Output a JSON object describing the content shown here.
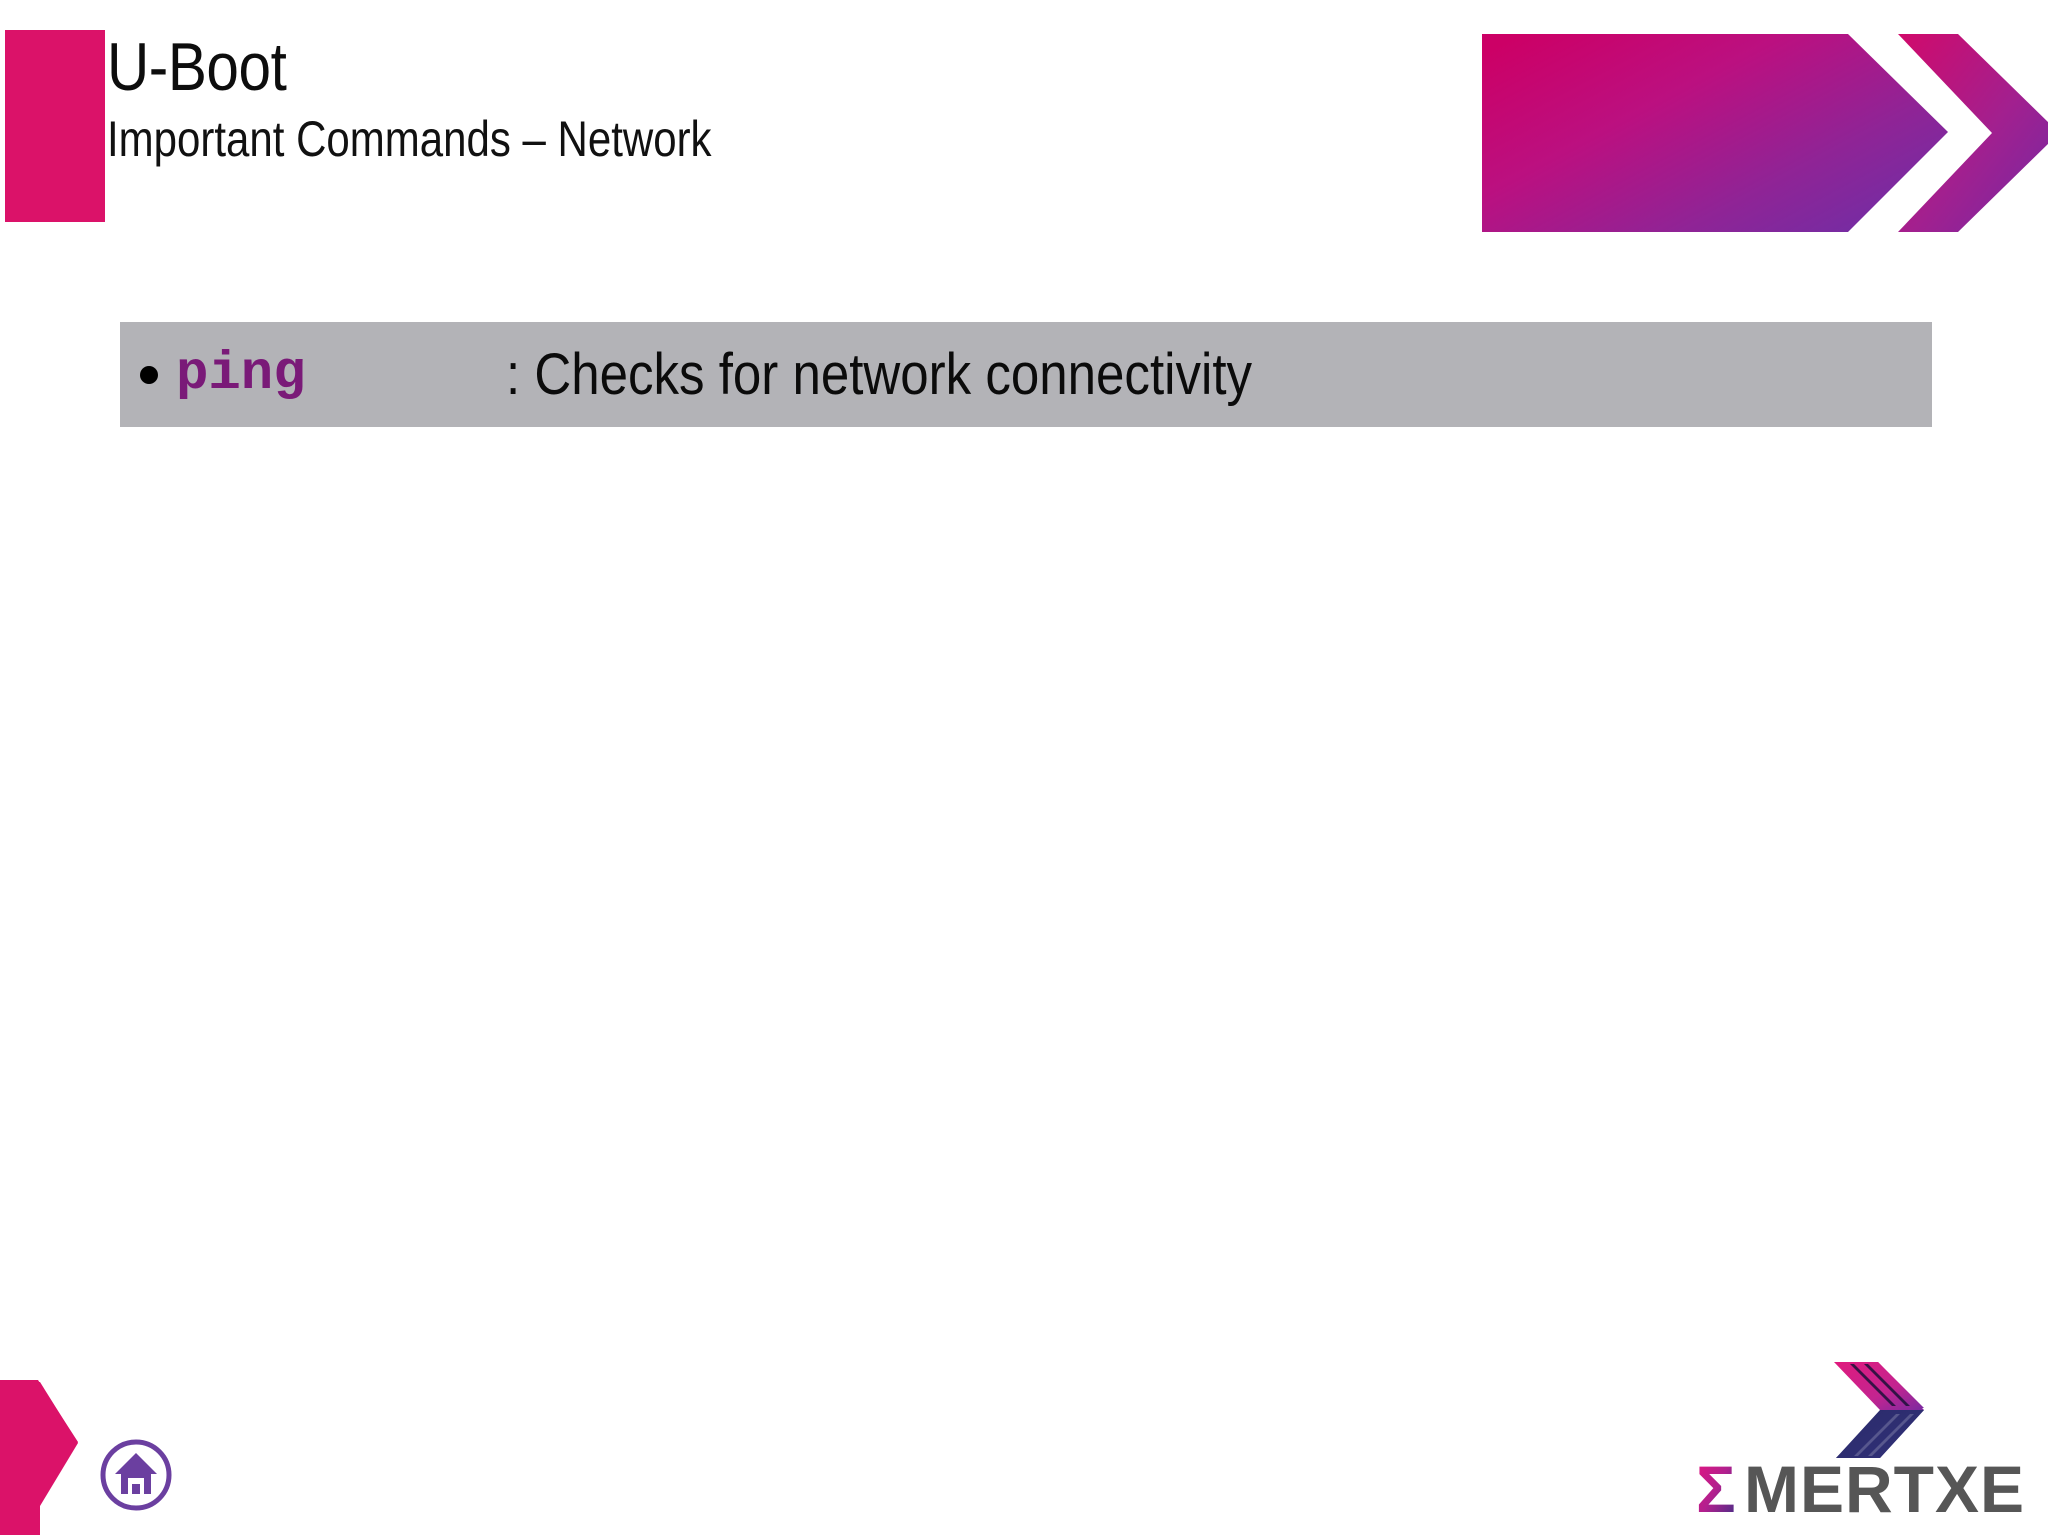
{
  "slide": {
    "title": "U-Boot",
    "subtitle": "Important Commands – Network"
  },
  "content": {
    "bullets": [
      {
        "command": "ping",
        "description": ": Checks for network connectivity"
      }
    ]
  },
  "footer": {
    "home_icon": "home-icon",
    "brand_name": "EMERTXE",
    "brand_sigma": "Σ",
    "brand_rest": "MERTXE"
  },
  "colors": {
    "accent_pink": "#db1269",
    "accent_magenta": "#cc0066",
    "accent_purple": "#7a2b9e",
    "command_purple": "#7a1a78",
    "highlight_gray": "#b3b3b7",
    "brand_navy": "#2b2b6b",
    "brand_gray": "#555555",
    "home_purple": "#6b3fa0"
  }
}
